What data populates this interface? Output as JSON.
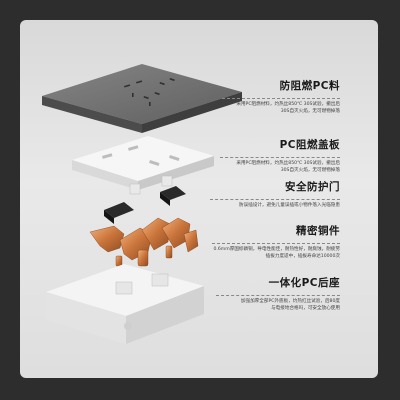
{
  "layers": [
    {
      "title": "防阻燃PC料",
      "desc": [
        "采用PC阻燃材料，灼热丝850℃ 30S试验，撤出后",
        "30S自灭火焰，无可燃物掉落"
      ]
    },
    {
      "title": "PC阻燃盖板",
      "desc": [
        "采用PC阻燃材料，灼热丝850℃ 30S试验，撤出后",
        "30S自灭火焰，无可燃物掉落"
      ]
    },
    {
      "title": "安全防护门",
      "desc": [
        "防误插设计，避免儿童误插或小物件落入光临隐患"
      ]
    },
    {
      "title": "精密铜件",
      "desc": [
        "0.6mm厚国标磷铜，导电性能佳，耐热性好，耐腐蚀，耐疲劳",
        "插拔力度适中，插拔寿命达10000次"
      ]
    },
    {
      "title": "一体化PC后座",
      "desc": [
        "加强加厚全部PC外底板，灼热红丝试验，后80度",
        "与电接地合格吗，可安全放心使用"
      ]
    }
  ],
  "colors": {
    "background": "#2d2d2d",
    "panel": "#e2e2e2",
    "faceplate": "#6f6f6f",
    "copper": "#c97a3a"
  },
  "icons": [
    "faceplate-image",
    "cover-plate-image",
    "shutter-image",
    "copper-contacts-image",
    "back-base-image"
  ]
}
